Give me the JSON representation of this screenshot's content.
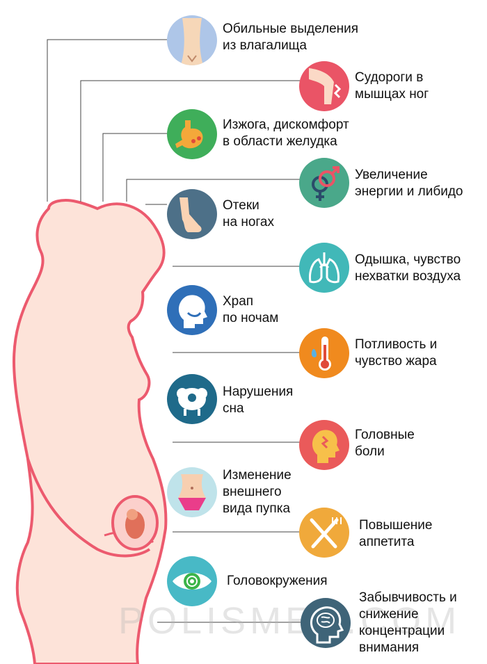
{
  "colors": {
    "silhouette_fill": "#fde3d9",
    "silhouette_stroke": "#ec5a6e",
    "connector": "#444444",
    "uterus": "#fbd0cc"
  },
  "watermark": "POLISMED.COM",
  "symptoms": [
    {
      "id": "discharge",
      "icon": "belly-icon",
      "color": "#aec6e8",
      "lines": [
        "Обильные выделения",
        "из влагалища"
      ]
    },
    {
      "id": "cramps",
      "icon": "legs-cramp-icon",
      "color": "#ea5466",
      "lines": [
        "Судороги в",
        "мышцах ног"
      ]
    },
    {
      "id": "heartburn",
      "icon": "stomach-icon",
      "color": "#3fae5a",
      "lines": [
        "Изжога, дискомфорт",
        "в области желудка"
      ]
    },
    {
      "id": "energy",
      "icon": "gender-symbols-icon",
      "color": "#4aa88a",
      "lines": [
        "Увеличение",
        "энергии и либидо"
      ]
    },
    {
      "id": "edema",
      "icon": "swollen-leg-icon",
      "color": "#4d7088",
      "lines": [
        "Отеки",
        "на ногах"
      ]
    },
    {
      "id": "breath",
      "icon": "lungs-icon",
      "color": "#41b8b8",
      "lines": [
        "Одышка, чувство",
        "нехватки воздуха"
      ]
    },
    {
      "id": "snoring",
      "icon": "head-profile-icon",
      "color": "#2f6fb8",
      "lines": [
        "Храп",
        "по ночам"
      ]
    },
    {
      "id": "sweat",
      "icon": "thermometer-icon",
      "color": "#f08a1e",
      "lines": [
        "Потливость и",
        "чувство жара"
      ]
    },
    {
      "id": "sleep",
      "icon": "sheep-icon",
      "color": "#1f6a8a",
      "lines": [
        "Нарушения",
        "сна"
      ]
    },
    {
      "id": "headache",
      "icon": "headache-icon",
      "color": "#ea5a5a",
      "lines": [
        "Головные",
        "боли"
      ]
    },
    {
      "id": "navel",
      "icon": "navel-icon",
      "color": "#bfe3ea",
      "lines": [
        "Изменение",
        "внешнего",
        "вида пупка"
      ]
    },
    {
      "id": "appetite",
      "icon": "fork-knife-icon",
      "color": "#f0a93b",
      "lines": [
        "Повышение",
        "аппетита"
      ]
    },
    {
      "id": "dizziness",
      "icon": "dizzy-eye-icon",
      "color": "#48b9c6",
      "lines": [
        "Головокружения"
      ]
    },
    {
      "id": "memory",
      "icon": "brain-head-icon",
      "color": "#3f6478",
      "lines": [
        "Забывчивость и",
        "снижение",
        "концентрации",
        "внимания"
      ]
    }
  ]
}
